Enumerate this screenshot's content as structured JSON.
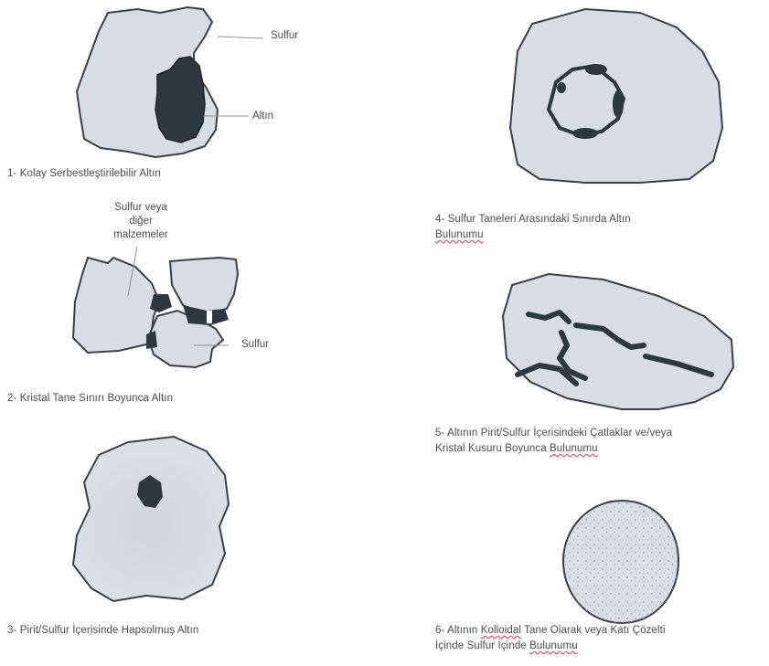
{
  "panels": [
    {
      "id": 1,
      "caption": "1- Kolay Serbestleştirilebilir Altın",
      "labels": {
        "sulfur": "Sulfur",
        "gold": "Altın"
      }
    },
    {
      "id": 2,
      "caption": "2- Kristal Tane Sınırı Boyunca Altın",
      "labels": {
        "other_line1": "Sulfur veya",
        "other_line2": "diğer",
        "other_line3": "malzemeler",
        "sulfur": "Sulfur"
      }
    },
    {
      "id": 3,
      "caption": "3- Pirit/Sulfur İçerisinde Hapsolmuş Altın"
    },
    {
      "id": 4,
      "caption_line1": "4- Sulfur Taneleri Arasındaki Sınırda Altın",
      "caption_line2": "Bulunumu"
    },
    {
      "id": 5,
      "caption_line1": "5- Altının Pirit/Sulfur İçerisindeki Çatlaklar ve/veya",
      "caption_line2_a": "Kristal Kusuru Boyunca ",
      "caption_line2_b": "Bulunumu"
    },
    {
      "id": 6,
      "caption_line1_a": "6- Altının ",
      "caption_line1_b": "Kolloidal",
      "caption_line1_c": " Tane Olarak veya Katı Çözelti",
      "caption_line2_a": "İçinde Sulfur İçinde ",
      "caption_line2_b": "Bulunumu"
    }
  ],
  "colors": {
    "grain_fill": "#d9dde6",
    "grain_stroke": "#3a3f4a",
    "gold": "#2e3840",
    "text": "#4a4a4a"
  }
}
